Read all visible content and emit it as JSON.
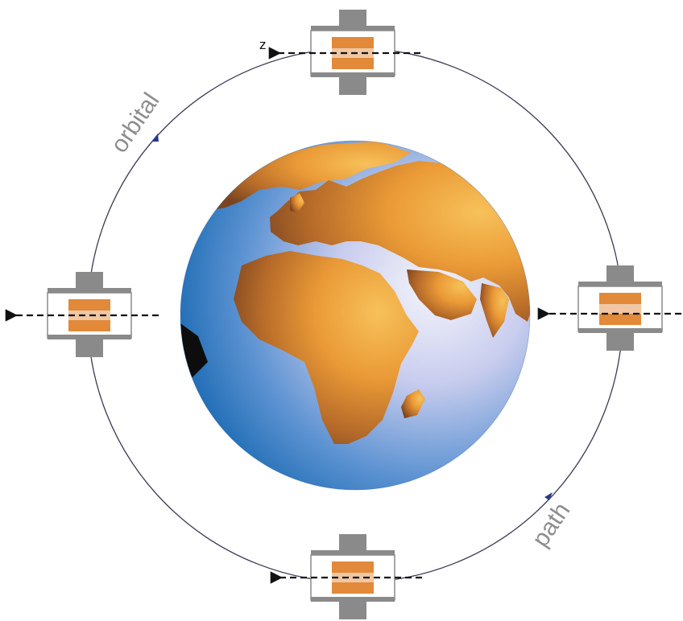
{
  "labels": {
    "orbit_word_1": "orbital",
    "orbit_word_2": "path",
    "axis": "z"
  },
  "colors": {
    "orbit_line": "#3a3a55",
    "orbit_arrow": "#283a86",
    "housing_gray": "#8a8a8a",
    "housing_dark": "#6d6d6d",
    "sample_orange": "#e2893a",
    "ocean_light": "#cfd3ef",
    "ocean_dark": "#1f6fb6",
    "land_light": "#f5b143",
    "land_dark": "#8a4e24",
    "label_gray": "#8e8e8e"
  },
  "satellites": [
    {
      "position": "top",
      "icon": "satellite-top"
    },
    {
      "position": "left",
      "icon": "satellite-left"
    },
    {
      "position": "right",
      "icon": "satellite-right"
    },
    {
      "position": "bottom",
      "icon": "satellite-bottom"
    }
  ]
}
